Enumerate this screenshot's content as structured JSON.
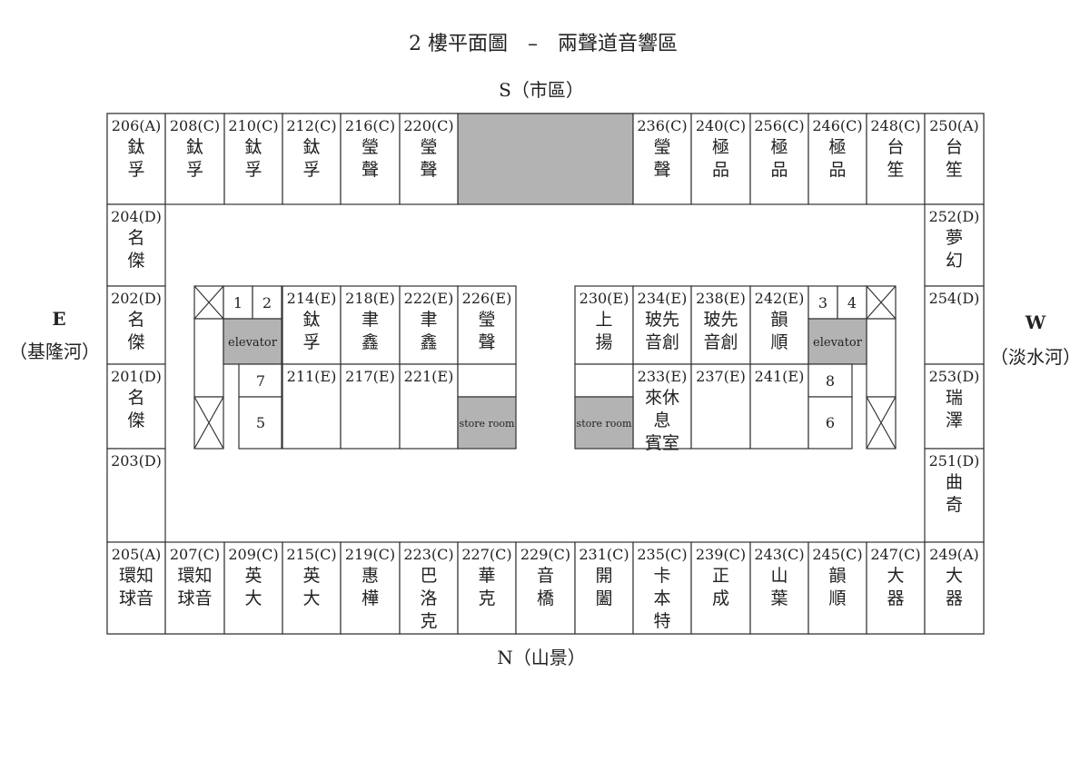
{
  "title": "2 樓平面圖　–　兩聲道音響區",
  "compass": {
    "south": "S（市區）",
    "north": "N（山景）",
    "east_letter": "E",
    "east_note": "（基隆河）",
    "west_letter": "W",
    "west_note": "（淡水河）"
  },
  "rooms": {
    "r206": {
      "num": "206(A)",
      "name": [
        "鈦",
        "孚"
      ]
    },
    "r208": {
      "num": "208(C)",
      "name": [
        "鈦",
        "孚"
      ]
    },
    "r210": {
      "num": "210(C)",
      "name": [
        "鈦",
        "孚"
      ]
    },
    "r212": {
      "num": "212(C)",
      "name": [
        "鈦",
        "孚"
      ]
    },
    "r216": {
      "num": "216(C)",
      "name": [
        "瑩",
        "聲"
      ]
    },
    "r220": {
      "num": "220(C)",
      "name": [
        "瑩",
        "聲"
      ]
    },
    "r236": {
      "num": "236(C)",
      "name": [
        "瑩",
        "聲"
      ]
    },
    "r240": {
      "num": "240(C)",
      "name": [
        "極",
        "品"
      ]
    },
    "r256": {
      "num": "256(C)",
      "name": [
        "極",
        "品"
      ]
    },
    "r246": {
      "num": "246(C)",
      "name": [
        "極",
        "品"
      ]
    },
    "r248": {
      "num": "248(C)",
      "name": [
        "台",
        "笙"
      ]
    },
    "r250": {
      "num": "250(A)",
      "name": [
        "台",
        "笙"
      ]
    },
    "r204": {
      "num": "204(D)",
      "name": [
        "名",
        "傑"
      ]
    },
    "r202": {
      "num": "202(D)",
      "name": [
        "名",
        "傑"
      ]
    },
    "r201": {
      "num": "201(D)",
      "name": [
        "名",
        "傑"
      ]
    },
    "r203": {
      "num": "203(D)",
      "name": []
    },
    "r252": {
      "num": "252(D)",
      "name": [
        "夢",
        "幻"
      ]
    },
    "r254": {
      "num": "254(D)",
      "name": []
    },
    "r253": {
      "num": "253(D)",
      "name": [
        "瑞",
        "澤"
      ]
    },
    "r251": {
      "num": "251(D)",
      "name": [
        "曲",
        "奇"
      ]
    },
    "r214": {
      "num": "214(E)",
      "name": [
        "鈦",
        "孚"
      ]
    },
    "r218": {
      "num": "218(E)",
      "name": [
        "聿",
        "鑫"
      ]
    },
    "r222": {
      "num": "222(E)",
      "name": [
        "聿",
        "鑫"
      ]
    },
    "r226": {
      "num": "226(E)",
      "name": [
        "瑩",
        "聲"
      ]
    },
    "r211": {
      "num": "211(E)",
      "name": []
    },
    "r217": {
      "num": "217(E)",
      "name": []
    },
    "r221": {
      "num": "221(E)",
      "name": []
    },
    "r230": {
      "num": "230(E)",
      "name": [
        "上",
        "揚"
      ]
    },
    "r234": {
      "num": "234(E)",
      "name": [
        "玻先",
        "音創"
      ]
    },
    "r238": {
      "num": "238(E)",
      "name": [
        "玻先",
        "音創"
      ]
    },
    "r242": {
      "num": "242(E)",
      "name": [
        "韻",
        "順"
      ]
    },
    "r233": {
      "num": "233(E)",
      "name": [
        "來休",
        "息",
        "賓室"
      ]
    },
    "r237": {
      "num": "237(E)",
      "name": []
    },
    "r241": {
      "num": "241(E)",
      "name": []
    },
    "r205": {
      "num": "205(A)",
      "name": [
        "環知",
        "球音"
      ]
    },
    "r207": {
      "num": "207(C)",
      "name": [
        "環知",
        "球音"
      ]
    },
    "r209": {
      "num": "209(C)",
      "name": [
        "英",
        "大"
      ]
    },
    "r215": {
      "num": "215(C)",
      "name": [
        "英",
        "大"
      ]
    },
    "r219": {
      "num": "219(C)",
      "name": [
        "惠",
        "樺"
      ]
    },
    "r223": {
      "num": "223(C)",
      "name": [
        "巴",
        "洛",
        "克"
      ]
    },
    "r227": {
      "num": "227(C)",
      "name": [
        "華",
        "克"
      ]
    },
    "r229": {
      "num": "229(C)",
      "name": [
        "音",
        "橋"
      ]
    },
    "r231": {
      "num": "231(C)",
      "name": [
        "開",
        "闔"
      ]
    },
    "r235": {
      "num": "235(C)",
      "name": [
        "卡",
        "本",
        "特"
      ]
    },
    "r239": {
      "num": "239(C)",
      "name": [
        "正",
        "成"
      ]
    },
    "r243": {
      "num": "243(C)",
      "name": [
        "山",
        "葉"
      ]
    },
    "r245": {
      "num": "245(C)",
      "name": [
        "韻",
        "順"
      ]
    },
    "r247": {
      "num": "247(C)",
      "name": [
        "大",
        "器"
      ]
    },
    "r249": {
      "num": "249(A)",
      "name": [
        "大",
        "器"
      ]
    }
  },
  "elevators": {
    "left_label": "elevator",
    "right_label": "elevator",
    "left_numbers": [
      "1",
      "2",
      "7",
      "5"
    ],
    "right_numbers": [
      "3",
      "4",
      "8",
      "6"
    ]
  },
  "store_rooms": {
    "left": "store room",
    "right": "store room"
  },
  "colors": {
    "line": "#333333",
    "grey_fill": "#b3b3b3",
    "text": "#222222"
  }
}
